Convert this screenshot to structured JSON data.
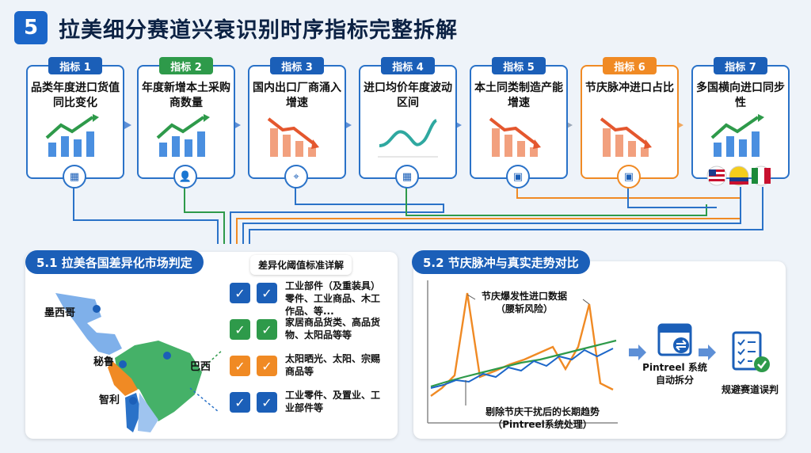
{
  "header": {
    "number": "5",
    "title": "拉美细分赛道兴衰识别时序指标完整拆解"
  },
  "indicators": [
    {
      "tag": "指标 1",
      "text": "品类年度进口货值同比变化",
      "color": "#1b5fb8",
      "chart": "up",
      "icon": "bar-chart-icon"
    },
    {
      "tag": "指标 2",
      "text": "年度新增本土采购商数量",
      "color": "#2e9a4a",
      "chart": "up",
      "icon": "people-icon"
    },
    {
      "tag": "指标 3",
      "text": "国内出口厂商涌入增速",
      "color": "#1b5fb8",
      "chart": "down",
      "icon": "map-pin-icon"
    },
    {
      "tag": "指标 4",
      "text": "进口均价年度波动区间",
      "color": "#1b5fb8",
      "chart": "wave",
      "icon": "bar-chart-icon"
    },
    {
      "tag": "指标 5",
      "text": "本土同类制造产能增速",
      "color": "#1b5fb8",
      "chart": "down",
      "icon": "calendar-icon"
    },
    {
      "tag": "指标 6",
      "text": "节庆脉冲进口占比",
      "color": "#f08a24",
      "chart": "down",
      "icon": "calendar-icon"
    },
    {
      "tag": "指标 7",
      "text": "多国横向进口同步性",
      "color": "#1b5fb8",
      "chart": "up",
      "icon": "flags-icon"
    }
  ],
  "left_panel": {
    "title": "5.1 拉美各国差异化市场判定",
    "subtag": "差异化阈值标准详解",
    "countries": [
      "墨西哥",
      "秘鲁",
      "巴西",
      "智利"
    ],
    "rows": [
      {
        "text": "工业部件（及重装具）零件、工业商品、木工作品、等...",
        "color": "#1b5fb8"
      },
      {
        "text": "家居商品货类、高品货物、太阳品等等",
        "color": "#2e9a4a"
      },
      {
        "text": "太阳晒光、太阳、宗赐商品等",
        "color": "#f08a24"
      },
      {
        "text": "工业零件、及置业、工业部件等",
        "color": "#1b5fb8"
      }
    ]
  },
  "right_panel": {
    "title": "5.2 节庆脉冲与真实走势对比",
    "spike_label": "节庆爆发性进口数据（腰斩风险）",
    "trend_label": "剔除节庆干扰后的长期趋势（Pintreel系统处理）",
    "step1": "Pintreel 系统自动拆分",
    "step2": "规避赛道误判"
  },
  "colors": {
    "blue": "#1b5fb8",
    "green": "#2e9a4a",
    "orange": "#f08a24"
  }
}
